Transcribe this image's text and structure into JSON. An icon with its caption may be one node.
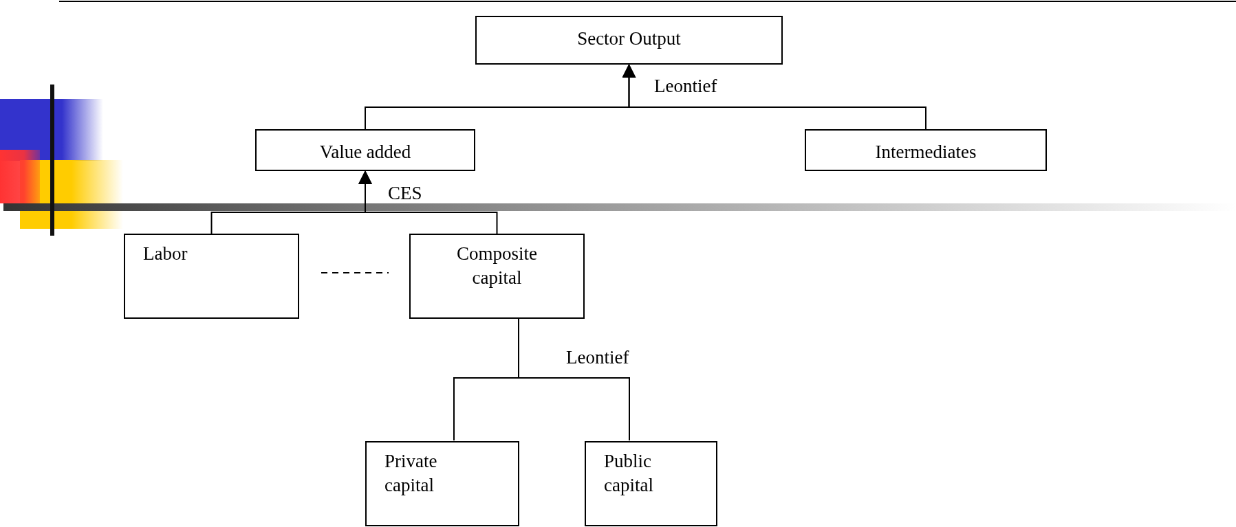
{
  "diagram": {
    "nodes": [
      {
        "text": [
          "Sector Output"
        ]
      },
      {
        "text": [
          "Value added"
        ]
      },
      {
        "text": [
          "Intermediates"
        ]
      },
      {
        "text": [
          "Labor"
        ]
      },
      {
        "text": [
          "Composite capital"
        ]
      },
      {
        "text": [
          "Private capital"
        ]
      },
      {
        "text": [
          "Public capital"
        ]
      }
    ],
    "edges": [
      {
        "from": 1,
        "to": 0,
        "arrow": "to",
        "label": "Leontief"
      },
      {
        "from": 2,
        "to": 0,
        "arrow": "to"
      },
      {
        "from": 3,
        "to": 1,
        "arrow": "to",
        "label": "CES"
      },
      {
        "from": 4,
        "to": 1,
        "arrow": "to"
      },
      {
        "from": 3,
        "to": 4,
        "arrow": "none",
        "style": "dashed"
      },
      {
        "from": 4,
        "to": 5,
        "arrow": "none"
      },
      {
        "from": 4,
        "to": 6,
        "arrow": "none",
        "label": "Leontief"
      }
    ]
  }
}
